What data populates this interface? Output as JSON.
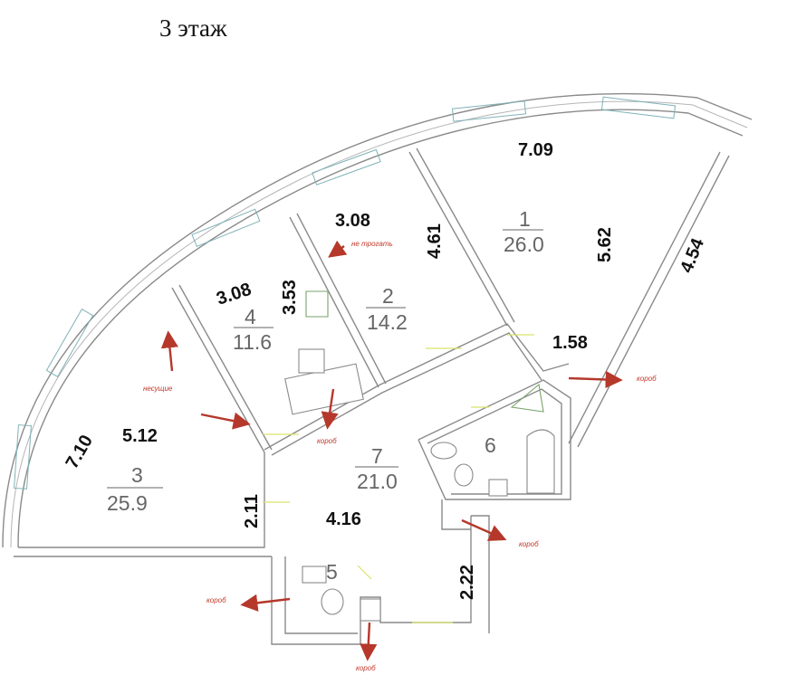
{
  "title": "3 этаж",
  "rooms": [
    {
      "number": "1",
      "area": "26.0"
    },
    {
      "number": "2",
      "area": "14.2"
    },
    {
      "number": "3",
      "area": "25.9"
    },
    {
      "number": "4",
      "area": "11.6"
    },
    {
      "number": "5",
      "area": ""
    },
    {
      "number": "6",
      "area": ""
    },
    {
      "number": "7",
      "area": "21.0"
    }
  ],
  "dimensions": {
    "d709": "7.09",
    "d562": "5.62",
    "d454": "4.54",
    "d158": "1.58",
    "d308a": "3.08",
    "d461": "4.61",
    "d308b": "3.08",
    "d353": "3.53",
    "d710": "7.10",
    "d512": "5.12",
    "d211": "2.11",
    "d416": "4.16",
    "d222": "2.22"
  },
  "notes": {
    "ne_trogat": "не трогать",
    "nesushchie": "несущие",
    "korob1": "короб",
    "korob2": "короб",
    "korob3": "короб",
    "korob4": "короб",
    "korob5": "короб"
  },
  "colors": {
    "wall": "#8a8a8a",
    "window": "#7fb2b8",
    "arrow": "#b5382b",
    "door_swing": "#d9e46b"
  }
}
